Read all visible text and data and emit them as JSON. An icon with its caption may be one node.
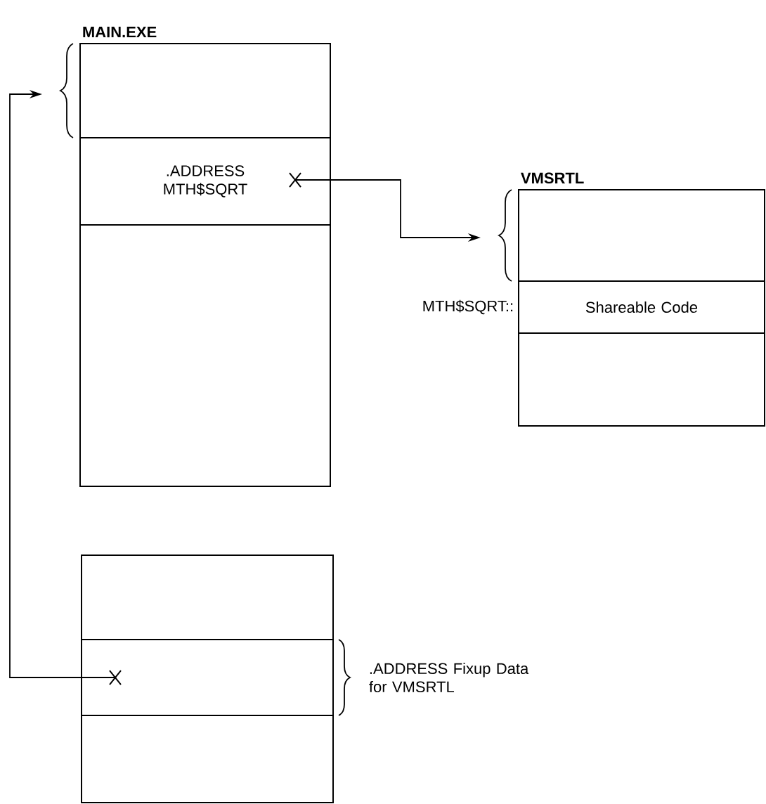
{
  "diagram": {
    "nodes": [
      {
        "text": [
          "MAIN.EXE"
        ]
      },
      {
        "text": [],
        "shape": "box",
        "in": 0
      },
      {
        "text": [
          ".ADDRESS MTH$SQRT"
        ],
        "in": 0
      },
      {
        "text": [],
        "shape": "box",
        "in": 0
      },
      {
        "text": [
          "VMSRTL"
        ]
      },
      {
        "text": [],
        "shape": "box",
        "in": 4
      },
      {
        "text": [
          "Shareable Code"
        ],
        "in": 4,
        "beside": [
          "MTH$SQRT::"
        ]
      },
      {
        "text": [],
        "shape": "box",
        "in": 4
      },
      {
        "text": [],
        "shape": "box"
      },
      {
        "text": [],
        "shape": "box",
        "in": 8
      },
      {
        "text": [],
        "shape": "box",
        "in": 8,
        "beside": [
          ".ADDRESS Fixup Data for VMSRTL"
        ]
      },
      {
        "text": [],
        "shape": "box",
        "in": 8
      }
    ],
    "edges": [
      {
        "from": 2,
        "to": 5,
        "arrow": "to"
      },
      {
        "from": 10,
        "to": 1,
        "arrow": "to"
      }
    ]
  }
}
